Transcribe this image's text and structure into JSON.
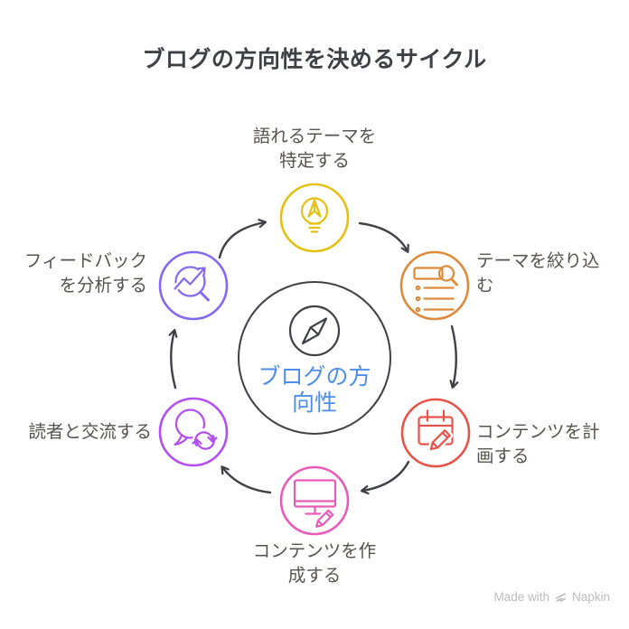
{
  "title": "ブログの方向性を決めるサイクル",
  "center": {
    "line1": "ブログの方",
    "line2": "向性",
    "icon": "compass-icon",
    "text_color": "#4D8FE8",
    "ring_color": "#3F4045"
  },
  "steps": [
    {
      "name": "identify-themes",
      "line1": "語れるテーマを",
      "line2": "特定する",
      "color": "#E3C113",
      "icon": "lightbulb-pencil-icon"
    },
    {
      "name": "narrow-themes",
      "line1": "テーマを絞り込",
      "line2": "む",
      "color": "#DE8A3B",
      "icon": "list-magnifier-icon"
    },
    {
      "name": "plan-content",
      "line1": "コンテンツを計",
      "line2": "画する",
      "color": "#E85349",
      "icon": "calendar-pencil-icon"
    },
    {
      "name": "create-content",
      "line1": "コンテンツを作",
      "line2": "成する",
      "color": "#E65CB8",
      "icon": "monitor-pencil-icon"
    },
    {
      "name": "engage-readers",
      "line1": "読者と交流する",
      "line2": "",
      "color": "#B44FEF",
      "icon": "chat-sync-icon"
    },
    {
      "name": "analyze-feedback",
      "line1": "フィードバック",
      "line2": "を分析する",
      "color": "#8569F2",
      "icon": "magnifier-trend-icon"
    }
  ],
  "arrow_color": "#3F4045",
  "label_color": "#57534E",
  "watermark": {
    "prefix": "Made with",
    "brand": "Napkin"
  }
}
